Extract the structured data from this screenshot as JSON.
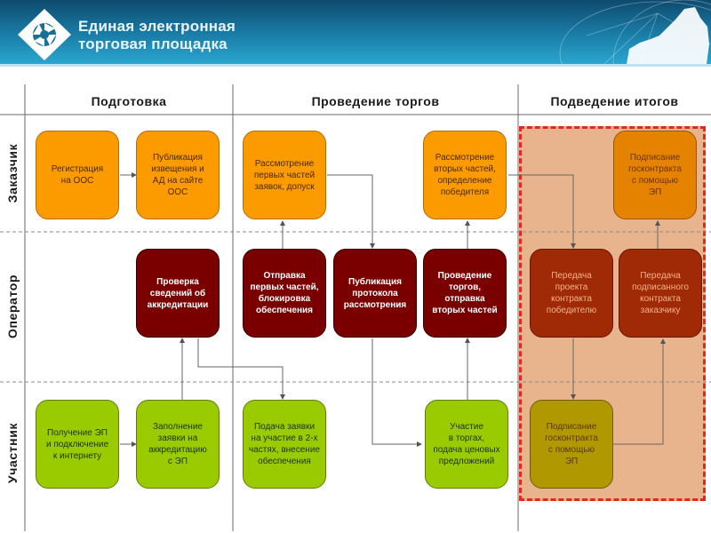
{
  "header": {
    "brand_line1": "Единая электронная",
    "brand_line2": "торговая площадка",
    "logo_icon": "diamond-aperture-logo",
    "decor_icon": "globe-russia-map-decor",
    "colors": {
      "gradient_top": "#0e4a6e",
      "gradient_bottom": "#2aa6d0"
    }
  },
  "diagram": {
    "phases": [
      {
        "label": "Подготовка"
      },
      {
        "label": "Проведение торгов"
      },
      {
        "label": "Подведение итогов"
      }
    ],
    "lanes": [
      {
        "label": "Заказчик"
      },
      {
        "label": "Оператор"
      },
      {
        "label": "Участник"
      }
    ],
    "boxes": {
      "customer": [
        {
          "id": "c1",
          "text": "Регистрация\nна ООС"
        },
        {
          "id": "c2",
          "text": "Публикация\nизвещения и\nАД на сайте\nООС"
        },
        {
          "id": "c3",
          "text": "Рассмотрение\nпервых частей\nзаявок, допуск"
        },
        {
          "id": "c4",
          "text": "Рассмотрение\nвторых частей,\nопределение\nпобедителя"
        },
        {
          "id": "c5",
          "text": "Подписание\nгосконтракта\nс помощью\nЭП"
        }
      ],
      "operator": [
        {
          "id": "o1",
          "text": "Проверка\nсведений об\nаккредитации"
        },
        {
          "id": "o2",
          "text": "Отправка\nпервых частей,\nблокировка\nобеспечения"
        },
        {
          "id": "o3",
          "text": "Публикация\nпротокола\nрассмотрения"
        },
        {
          "id": "o4",
          "text": "Проведение\nторгов,\nотправка\nвторых частей"
        },
        {
          "id": "o5",
          "text": "Передача\nпроекта\nконтракта\nпобедителю"
        },
        {
          "id": "o6",
          "text": "Передача\nподписанного\nконтракта\nзаказчику"
        }
      ],
      "participant": [
        {
          "id": "p1",
          "text": "Получение ЭП\nи подключение\nк интернету"
        },
        {
          "id": "p2",
          "text": "Заполнение\nзаявки на\nаккредитацию\nс ЭП"
        },
        {
          "id": "p3",
          "text": "Подача заявки\nна участие в 2-х\nчастях, внесение\nобеспечения"
        },
        {
          "id": "p4",
          "text": "Участие\nв торгах,\nподача ценовых\nпредложений"
        },
        {
          "id": "p5",
          "text": "Подписание\nгосконтракта\nс помощью\nЭП"
        }
      ]
    },
    "connections": [
      [
        "c1",
        "c2"
      ],
      [
        "p1",
        "p2"
      ],
      [
        "p2",
        "o1"
      ],
      [
        "o1",
        "p3"
      ],
      [
        "o2",
        "c3"
      ],
      [
        "c3",
        "o3"
      ],
      [
        "o3",
        "p4"
      ],
      [
        "p4",
        "o4"
      ],
      [
        "o4",
        "c4"
      ],
      [
        "c4",
        "o5"
      ],
      [
        "o5",
        "p5"
      ],
      [
        "p5",
        "o6"
      ],
      [
        "o6",
        "c5"
      ]
    ],
    "highlight_phase": "Подведение итогов",
    "colors": {
      "customer": "#fb9b00",
      "operator": "#7a0000",
      "participant": "#9acb00",
      "highlight_fill": "#e8b48e",
      "highlight_border": "#e3291b"
    }
  }
}
